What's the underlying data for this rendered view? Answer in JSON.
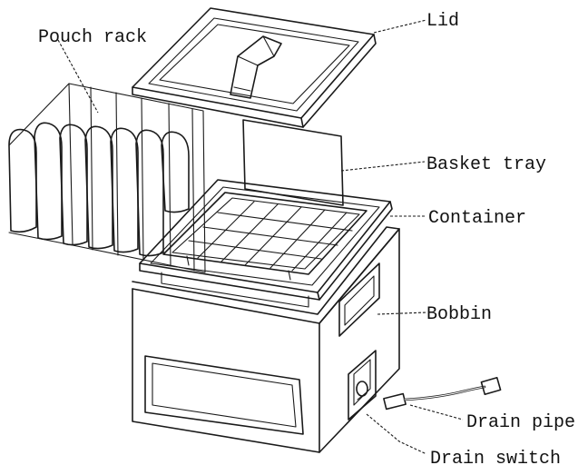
{
  "labels": {
    "lid": "Lid",
    "pouch_rack": "Pouch rack",
    "basket_tray": "Basket tray",
    "container": "Container",
    "bobbin": "Bobbin",
    "drain_pipe": "Drain pipe",
    "drain_switch": "Drain switch"
  },
  "colors": {
    "ink": "#1a1a1a",
    "background": "#ffffff"
  }
}
